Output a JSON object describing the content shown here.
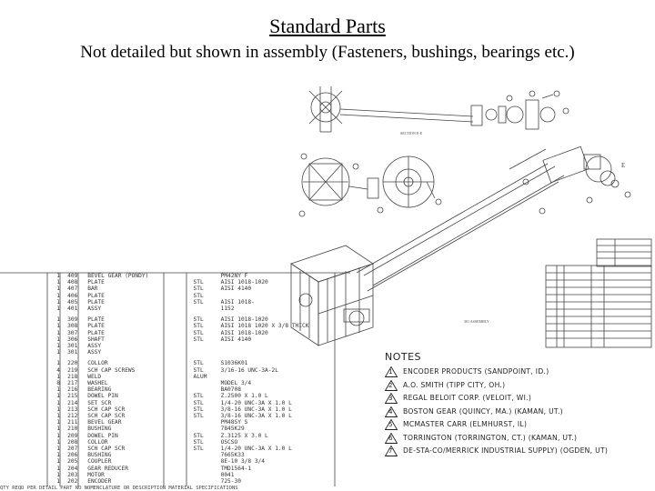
{
  "page": {
    "title": "Standard Parts",
    "subtitle": "Not detailed but shown in assembly (Fasteners, bushings, bearings etc.)"
  },
  "bom": {
    "rows": [
      [
        "1",
        "409",
        "BEVEL GEAR (PONDY)",
        "",
        "PM42NY F"
      ],
      [
        "1",
        "408",
        "PLATE",
        "STL",
        "AISI 1018-1020"
      ],
      [
        "1",
        "407",
        "BAR",
        "STL",
        "AISI 4140"
      ],
      [
        "1",
        "406",
        "PLATE",
        "STL",
        ""
      ],
      [
        "1",
        "405",
        "PLATE",
        "STL",
        "AISI 1018-"
      ],
      [
        "1",
        "401",
        "ASSY",
        "",
        "1152"
      ],
      [],
      [
        "1",
        "309",
        "PLATE",
        "STL",
        "AISI 1018-1020"
      ],
      [
        "1",
        "308",
        "PLATE",
        "STL",
        "AISI 1018 1020 X 3/8 THICK"
      ],
      [
        "1",
        "307",
        "PLATE",
        "STL",
        "AISI 1018-1020"
      ],
      [
        "1",
        "306",
        "SHAFT",
        "STL",
        "AISI 4140"
      ],
      [
        "1",
        "301",
        "ASSY",
        "",
        ""
      ],
      [
        "1",
        "301",
        "ASSY",
        "",
        ""
      ],
      [],
      [
        "1",
        "220",
        "COLLOR",
        "STL",
        "S1036K01"
      ],
      [
        "4",
        "219",
        "SCH CAP SCREWS",
        "STL",
        "3/16-16 UNC-3A-2L"
      ],
      [
        "1",
        "218",
        "WELD",
        "ALUM",
        ""
      ],
      [
        "8",
        "217",
        "WASHEL",
        "",
        "MODEL 3/4"
      ],
      [
        "1",
        "216",
        "BEARING",
        "",
        "BA0708"
      ],
      [
        "1",
        "215",
        "DOWEL PIN",
        "STL",
        "Z.2500 X 1.0 L"
      ],
      [
        "1",
        "214",
        "SET SCR",
        "STL",
        "1/4-20 UNC-3A X 1.0 L"
      ],
      [
        "1",
        "213",
        "SCH CAP SCR",
        "STL",
        "3/8-16 UNC-3A X 1.0 L"
      ],
      [
        "1",
        "212",
        "SCH CAP SCR",
        "STL",
        "3/8-16 UNC-3A X 1.0 L"
      ],
      [
        "1",
        "211",
        "BEVEL GEAR",
        "",
        "PM48SY S"
      ],
      [
        "1",
        "210",
        "BUSHING",
        "",
        "7845K29"
      ],
      [
        "1",
        "209",
        "DOWEL PIN",
        "STL",
        "Z.3125 X 3.0 L"
      ],
      [
        "1",
        "208",
        "COLLOR",
        "STL",
        "OSCSO"
      ],
      [
        "1",
        "207",
        "SCH CAP SCR",
        "STL",
        "1/4-20 UNC-3A X 1.0 L"
      ],
      [
        "1",
        "206",
        "BUSHING",
        "",
        "7665K33"
      ],
      [
        "1",
        "205",
        "COUPLER",
        "",
        "8E-10 3/8 3/4"
      ],
      [
        "1",
        "204",
        "GEAR REDUCER",
        "",
        "TMD1564-1"
      ],
      [
        "1",
        "203",
        "MOTOR",
        "",
        "0041"
      ],
      [
        "1",
        "202",
        "ENCODER",
        "",
        "725-30"
      ]
    ],
    "footer": "QTY REQD PER DETAIL  PART NO   NOMENCLATURE OR DESCRIPTION   MATERIAL   SPECIFICATIONS"
  },
  "notes": {
    "title": "NOTES",
    "items": [
      {
        "num": "1",
        "text": "ENCODER PRODUCTS (SANDPOINT, ID.)"
      },
      {
        "num": "2",
        "text": "A.O. SMITH (TIPP CITY, OH.)"
      },
      {
        "num": "3",
        "text": "REGAL BELOIT CORP. (VELOIT, WI.)"
      },
      {
        "num": "4",
        "text": "BOSTON GEAR (QUINCY, MA.) (KAMAN, UT.)"
      },
      {
        "num": "5",
        "text": "MCMASTER CARR (ELMHURST, IL)"
      },
      {
        "num": "6",
        "text": "TORRINGTON (TORRINGTON, CT.) (KAMAN, UT.)"
      },
      {
        "num": "7",
        "text": "DE-STA-CO/MERRICK INDUSTRIAL SUPPLY) (OGDEN, UT)"
      }
    ]
  },
  "drawing": {
    "label_e": "E",
    "label_section": "SECTION E-E",
    "label_assembly": "301 ASSEMBLY"
  }
}
